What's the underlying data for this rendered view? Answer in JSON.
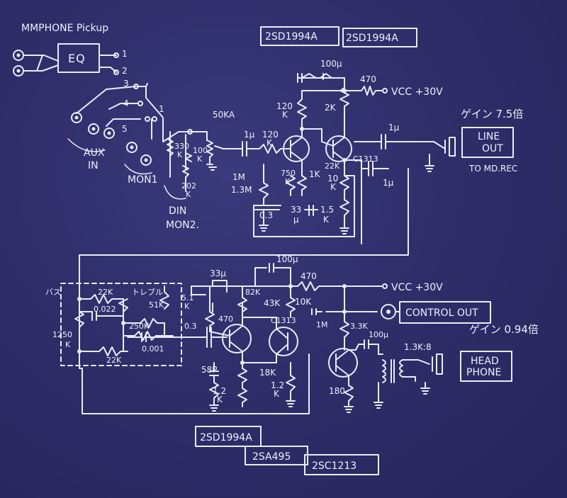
{
  "labels": {
    "mm_phone_pickup": "MMPHONE Pickup",
    "eq": "EQ",
    "sw1_pos1": "1",
    "sw1_pos2": "2",
    "sw2_pos3": "3",
    "sw2_pos4": "4",
    "sw2_pos5": "5",
    "sw2_pos1": "1",
    "aux_in": "AUX",
    "aux_in2": "IN",
    "mon1": "MON1",
    "din": "DIN",
    "mon2": "MON2.",
    "q1_top": "2SD1994A",
    "q2_top": "2SD1994A",
    "r_470_top": "470",
    "c_100u_top": "100μ",
    "vcc_top": "VCC +30V",
    "pot_50ka": "50KA",
    "r_2k_top": "2K",
    "gain_top": "ゲイン 7.5倍",
    "line_out": "LINE",
    "line_out2": "OUT",
    "to_md_rec": "TO MD.REC",
    "c_1u_a": "1μ",
    "c_1u_b": "1μ",
    "c_1u_in": "1μ",
    "r_120k_a": "120",
    "r_120k_a2": "K",
    "r_120k_b": "120",
    "r_120k_b2": "K",
    "r_330k": "330",
    "r_330k2": "K",
    "r_100k": "100",
    "r_100k2": "K",
    "r_202k": "202",
    "r_202k2": "K",
    "r_1m": "1M",
    "r_13m": "1.3M",
    "r_750": "750",
    "r_750b": "K",
    "r_1k": "1K",
    "r_22k_top": "22K",
    "r_10k_top": "10",
    "r_10k_top2": "K",
    "c13_top": "C1313",
    "c_03_top": "0.3",
    "c_33u_top": "33",
    "c_33u_top2": "μ",
    "r_15k": "1.5",
    "r_15k2": "K",
    "bass_label": "バス",
    "treble_label": "トレブル",
    "r_22k_a": "22K",
    "c_0022": "0.022",
    "pot_250k": "250K",
    "r_1250": "1250",
    "r_1250b": "K",
    "r_22k_b": "22K",
    "c_0001": "0.001",
    "r_51k": "51K",
    "r_51k2": "5.1",
    "r_51k3": "K",
    "c_33u_bot": "33μ",
    "r_82k": "82K",
    "r_43k": "43K",
    "r_10k_bot": "10K",
    "c_100u_bot": "100μ",
    "r_470_bot": "470",
    "vcc_bot": "VCC +30V",
    "r_470b": "470",
    "c_03_bot": "0.3",
    "c13_bot": "C1313",
    "control_out": "CONTROL OUT",
    "gain_bot": "ゲイン 0.94倍",
    "c_1u_bot": "1M",
    "r_33k": "3.3K",
    "c_100u_out": "100μ",
    "xfmr": "1.3K:8",
    "headphone": "HEAD",
    "headphone2": "PHONE",
    "c_58p": "58P",
    "r_18k": "18K",
    "r_12k_a": "1.2",
    "r_12k_a2": "K",
    "r_12k_b": "1.2",
    "r_12k_b2": "K",
    "r_180": "180",
    "q_bot1": "2SD1994A",
    "q_bot2": "2SA495",
    "q_bot3": "2SC1213"
  }
}
